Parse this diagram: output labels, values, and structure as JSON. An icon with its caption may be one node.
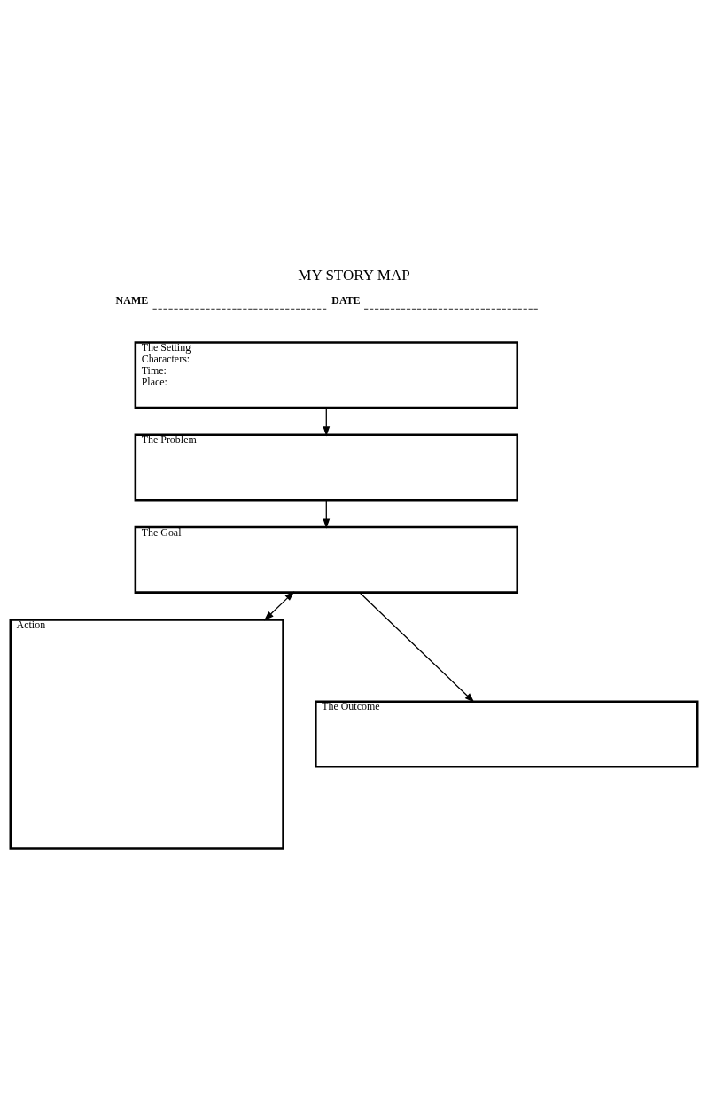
{
  "diagram": {
    "title": "MY STORY MAP",
    "nodes": [
      {
        "text": [
          "The Setting",
          "Characters:",
          "Time:",
          "Place:"
        ]
      },
      {
        "text": [
          "The Problem"
        ]
      },
      {
        "text": [
          "The Goal"
        ]
      },
      {
        "text": [
          "Action"
        ]
      },
      {
        "text": [
          "The Outcome"
        ]
      }
    ],
    "edges": [
      {
        "from": 0,
        "to": 1,
        "arrow": "to"
      },
      {
        "from": 1,
        "to": 2,
        "arrow": "to"
      },
      {
        "from": 2,
        "to": 3,
        "arrow": "both"
      },
      {
        "from": 2,
        "to": 4,
        "arrow": "to"
      }
    ],
    "labels": [
      "NAME",
      "DATE"
    ]
  }
}
